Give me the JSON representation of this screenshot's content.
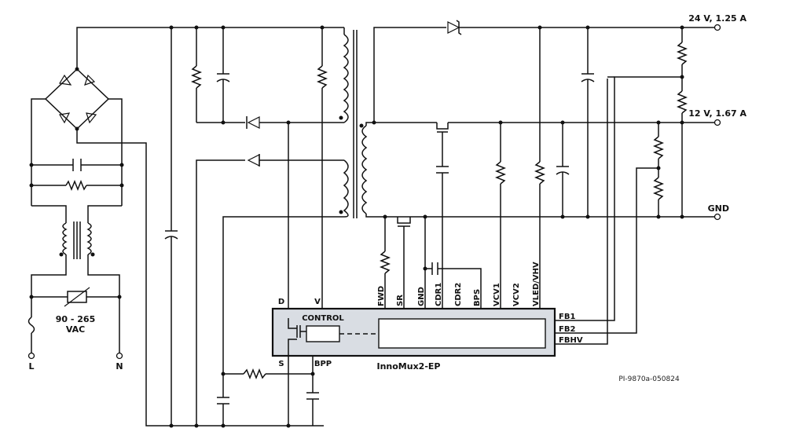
{
  "outputs": {
    "v24": "24 V, 1.25 A",
    "v12": "12 V, 1.67 A",
    "gnd": "GND"
  },
  "input": {
    "range": "90 - 265",
    "unit": "VAC",
    "line": "L",
    "neutral": "N"
  },
  "ic": {
    "name": "InnoMux2-EP",
    "control": "CONTROL",
    "pin_d": "D",
    "pin_v": "V",
    "pin_s": "S",
    "pin_bpp": "BPP",
    "top_pins": [
      "FWD",
      "SR",
      "GND",
      "CDR1",
      "CDR2",
      "BPS",
      "VCV1",
      "VCV2",
      "VLED/VHV"
    ],
    "side_pins": [
      "FB1",
      "FB2",
      "FBHV"
    ]
  },
  "figure_id": "PI-9870a-050824"
}
